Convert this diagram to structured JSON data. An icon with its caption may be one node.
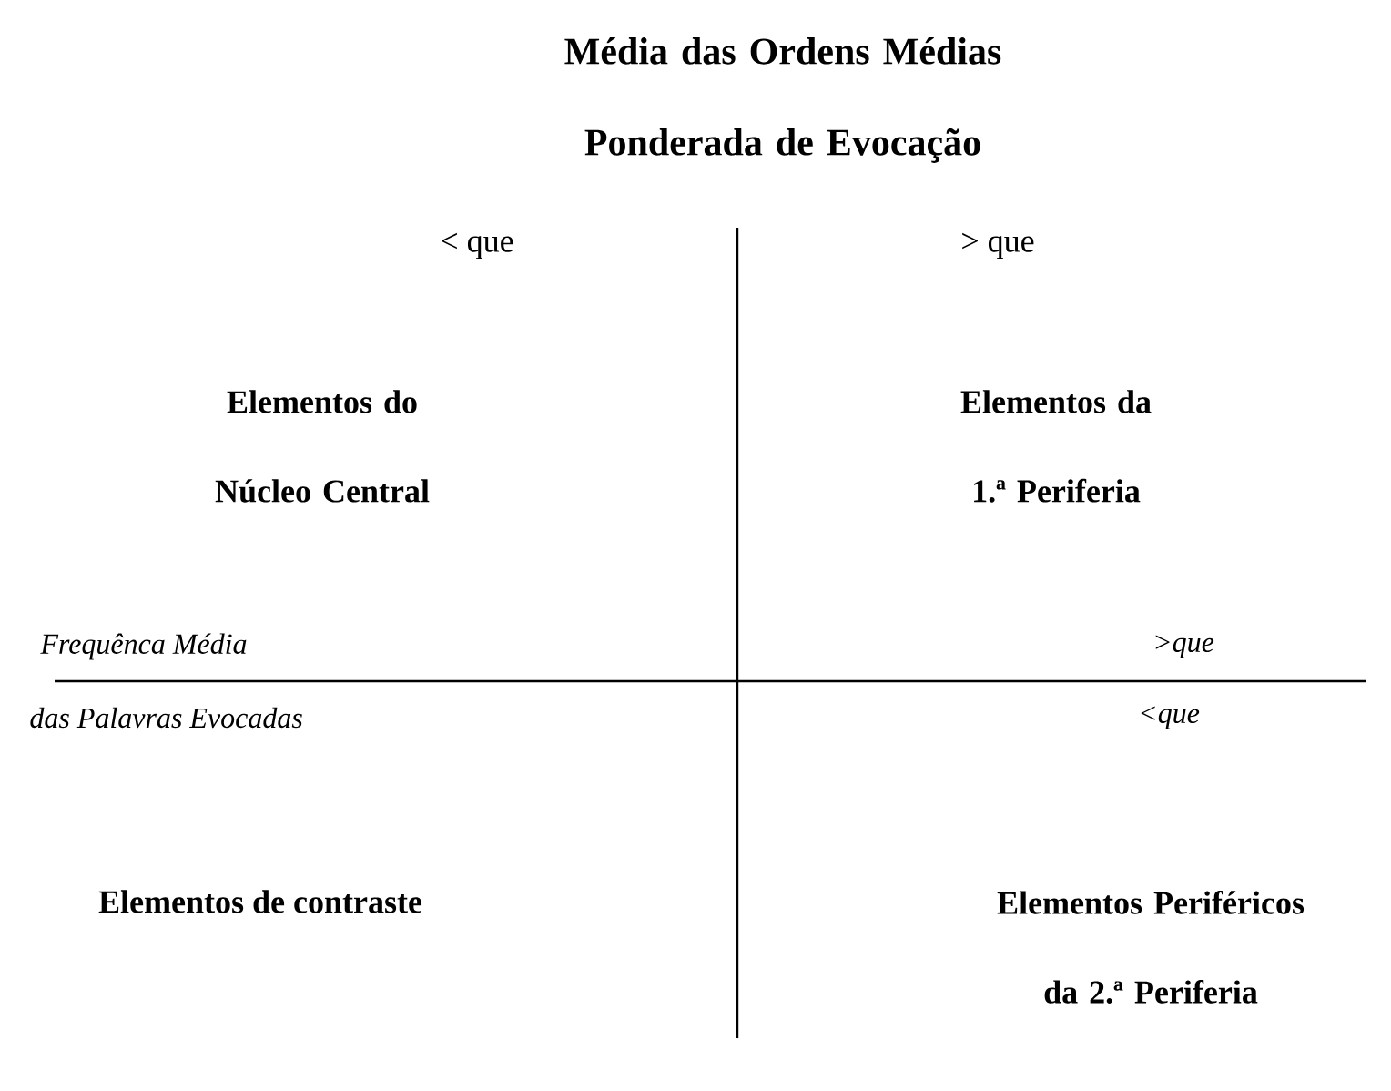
{
  "diagram": {
    "title": "Média das Ordens Médias Ponderada de Evocação",
    "labels": [
      "< que",
      "> que",
      "Elementos do Núcleo Central",
      "Elementos da 1.ª Periferia",
      "Frequênca Média",
      ">que",
      "das Palavras Evocadas",
      "<que",
      "Elementos de contraste",
      "Elementos Periféricos da 2.ª Periferia"
    ]
  }
}
